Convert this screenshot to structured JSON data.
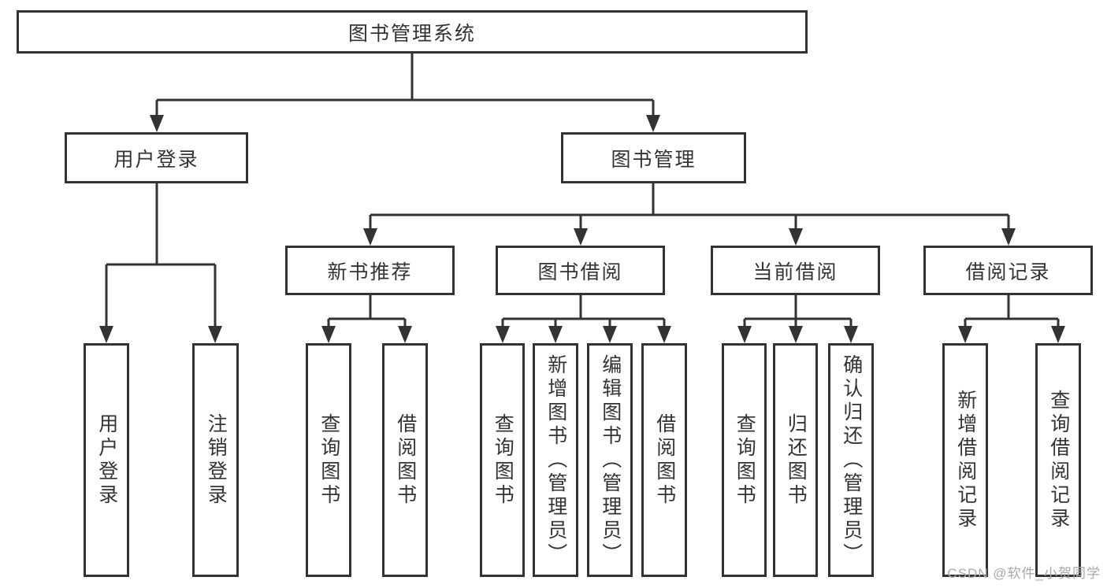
{
  "diagram": {
    "root": {
      "label": "图书管理系统"
    },
    "level2": [
      {
        "label": "用户登录"
      },
      {
        "label": "图书管理"
      }
    ],
    "level3": [
      {
        "label": "新书推荐"
      },
      {
        "label": "图书借阅"
      },
      {
        "label": "当前借阅"
      },
      {
        "label": "借阅记录"
      }
    ],
    "leaves": [
      {
        "label": "用户登录"
      },
      {
        "label": "注销登录"
      },
      {
        "label": "查询图书"
      },
      {
        "label": "借阅图书"
      },
      {
        "label": "查询图书"
      },
      {
        "label": "新增图书（管理员）"
      },
      {
        "label": "编辑图书（管理员）"
      },
      {
        "label": "借阅图书"
      },
      {
        "label": "查询图书"
      },
      {
        "label": "归还图书"
      },
      {
        "label": "确认归还（管理员）"
      },
      {
        "label": "新增借阅记录"
      },
      {
        "label": "查询借阅记录"
      }
    ]
  },
  "watermark": {
    "text": "CSDN @软件_小贺同学"
  },
  "colors": {
    "line": "#333333",
    "text": "#333333",
    "box_background": "#ffffff",
    "watermark": "#a9a9a9",
    "page_background": "#ffffff"
  }
}
